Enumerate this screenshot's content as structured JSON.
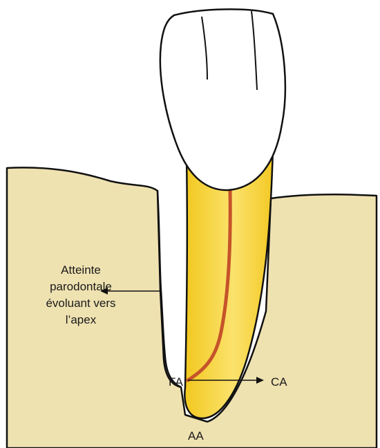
{
  "labels": {
    "atteinte_lines": [
      "Atteinte",
      "parodontale",
      "évoluant vers",
      "l’apex"
    ],
    "fa": "FA",
    "ca": "CA",
    "aa": "AA"
  },
  "colors": {
    "bone": "#efe2b1",
    "root": "#f7cf2a",
    "root_highlight": "#fbe57a",
    "canal": "#c5542a",
    "crown": "#ffffff",
    "outline": "#111111"
  }
}
